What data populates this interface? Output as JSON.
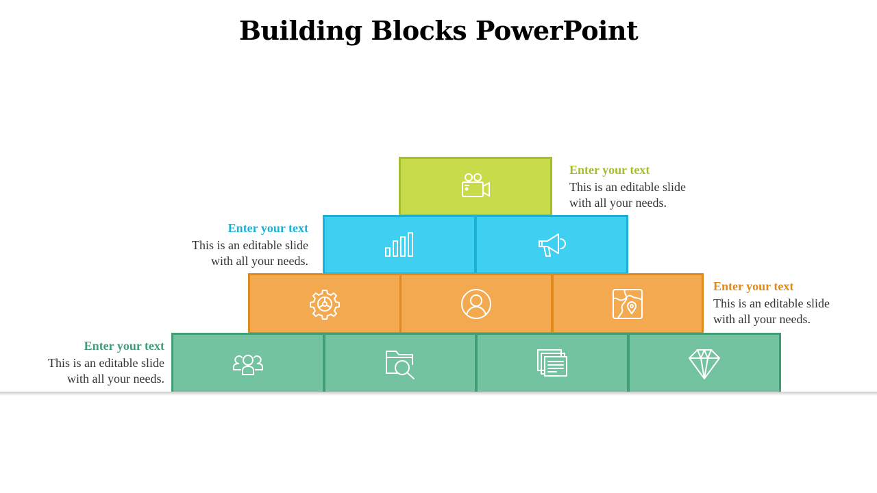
{
  "slide": {
    "title": "Building Blocks PowerPoint"
  },
  "colors": {
    "green_fill": "#C7DB4B",
    "green_border": "#A5BE2F",
    "blue_fill": "#3FCFF0",
    "blue_border": "#1BB2DA",
    "orange_fill": "#F2A94F",
    "orange_border": "#E08A1B",
    "teal_fill": "#73C2A0",
    "teal_border": "#419D78"
  },
  "rows": [
    {
      "tier": 1,
      "color": "green",
      "icons": [
        "video-camera-icon"
      ]
    },
    {
      "tier": 2,
      "color": "blue",
      "icons": [
        "bar-chart-icon",
        "megaphone-icon"
      ]
    },
    {
      "tier": 3,
      "color": "orange",
      "icons": [
        "gear-icon",
        "user-icon",
        "map-icon"
      ]
    },
    {
      "tier": 4,
      "color": "teal",
      "icons": [
        "team-icon",
        "folder-search-icon",
        "documents-icon",
        "diamond-icon"
      ]
    }
  ],
  "labels": [
    {
      "heading": "Enter your text",
      "line1": "This is an editable slide",
      "line2": "with all your needs."
    },
    {
      "heading": "Enter your text",
      "line1": "This is an editable slide",
      "line2": "with all your needs."
    },
    {
      "heading": "Enter your text",
      "line1": "This is an editable slide",
      "line2": "with all your needs."
    },
    {
      "heading": "Enter your text",
      "line1": "This is an editable slide",
      "line2": "with all your needs."
    }
  ]
}
